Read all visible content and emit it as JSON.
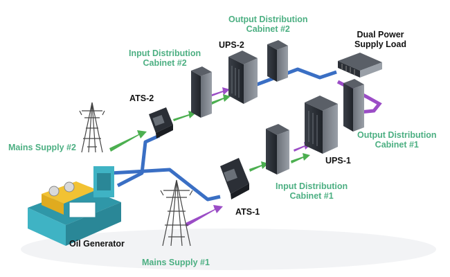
{
  "labels": {
    "output_cabinet_2": [
      "Output Distribution",
      "Cabinet #2"
    ],
    "ups_2": "UPS-2",
    "dual_power_load": [
      "Dual Power",
      "Supply Load"
    ],
    "input_cabinet_2": [
      "Input Distribution",
      "Cabinet #2"
    ],
    "ats_2": "ATS-2",
    "mains_supply_2": "Mains Supply #2",
    "output_cabinet_1": [
      "Output Distribution",
      "Cabinet #1"
    ],
    "ups_1": "UPS-1",
    "input_cabinet_1": [
      "Input Distribution",
      "Cabinet #1"
    ],
    "ats_1": "ATS-1",
    "oil_generator": "Oil Generator",
    "mains_supply_1": "Mains Supply #1"
  },
  "colors": {
    "label_green": "#4caf82",
    "label_dark": "#111111",
    "cable_blue": "#3a6fc4",
    "arrow_green": "#4caf50",
    "arrow_purple": "#9b4dc6",
    "cabinet_dark": "#2b2f36",
    "generator_teal": "#3fb3c4",
    "generator_yellow": "#f2c233"
  }
}
